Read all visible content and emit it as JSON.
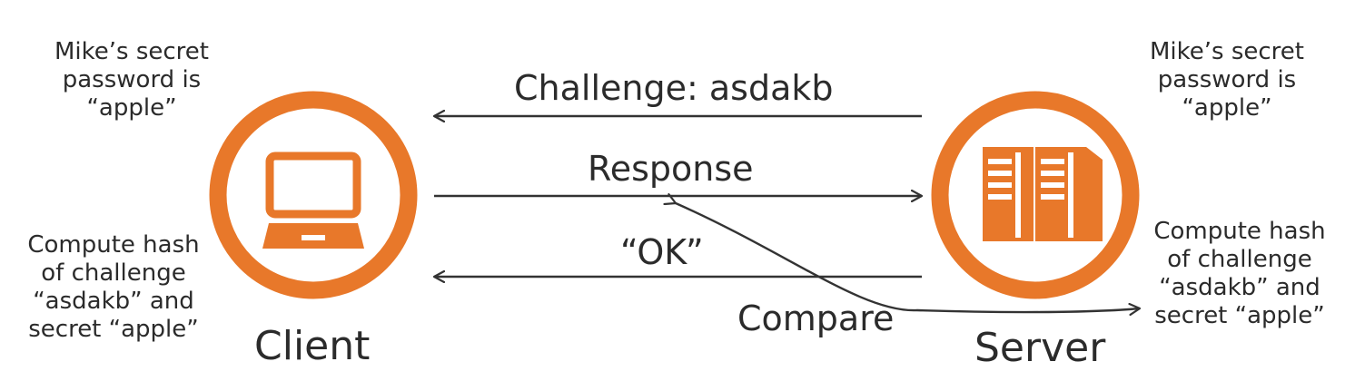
{
  "colors": {
    "accent": "#E8782A",
    "text": "#2B2B2B",
    "arrow": "#333333"
  },
  "client": {
    "label": "Client",
    "icon": "laptop-icon",
    "secret_note": [
      "Mike’s secret",
      "password is",
      "“apple”"
    ],
    "compute_note": [
      "Compute hash",
      "of challenge",
      "“asdakb” and",
      "secret “apple”"
    ]
  },
  "server": {
    "label": "Server",
    "icon": "server-rack-icon",
    "secret_note": [
      "Mike’s secret",
      "password is",
      "“apple”"
    ],
    "compute_note": [
      "Compute hash",
      "of challenge",
      "“asdakb” and",
      "secret “apple”"
    ]
  },
  "messages": {
    "challenge": "Challenge: asdakb",
    "response": "Response",
    "ok": "“OK”",
    "compare": "Compare"
  }
}
